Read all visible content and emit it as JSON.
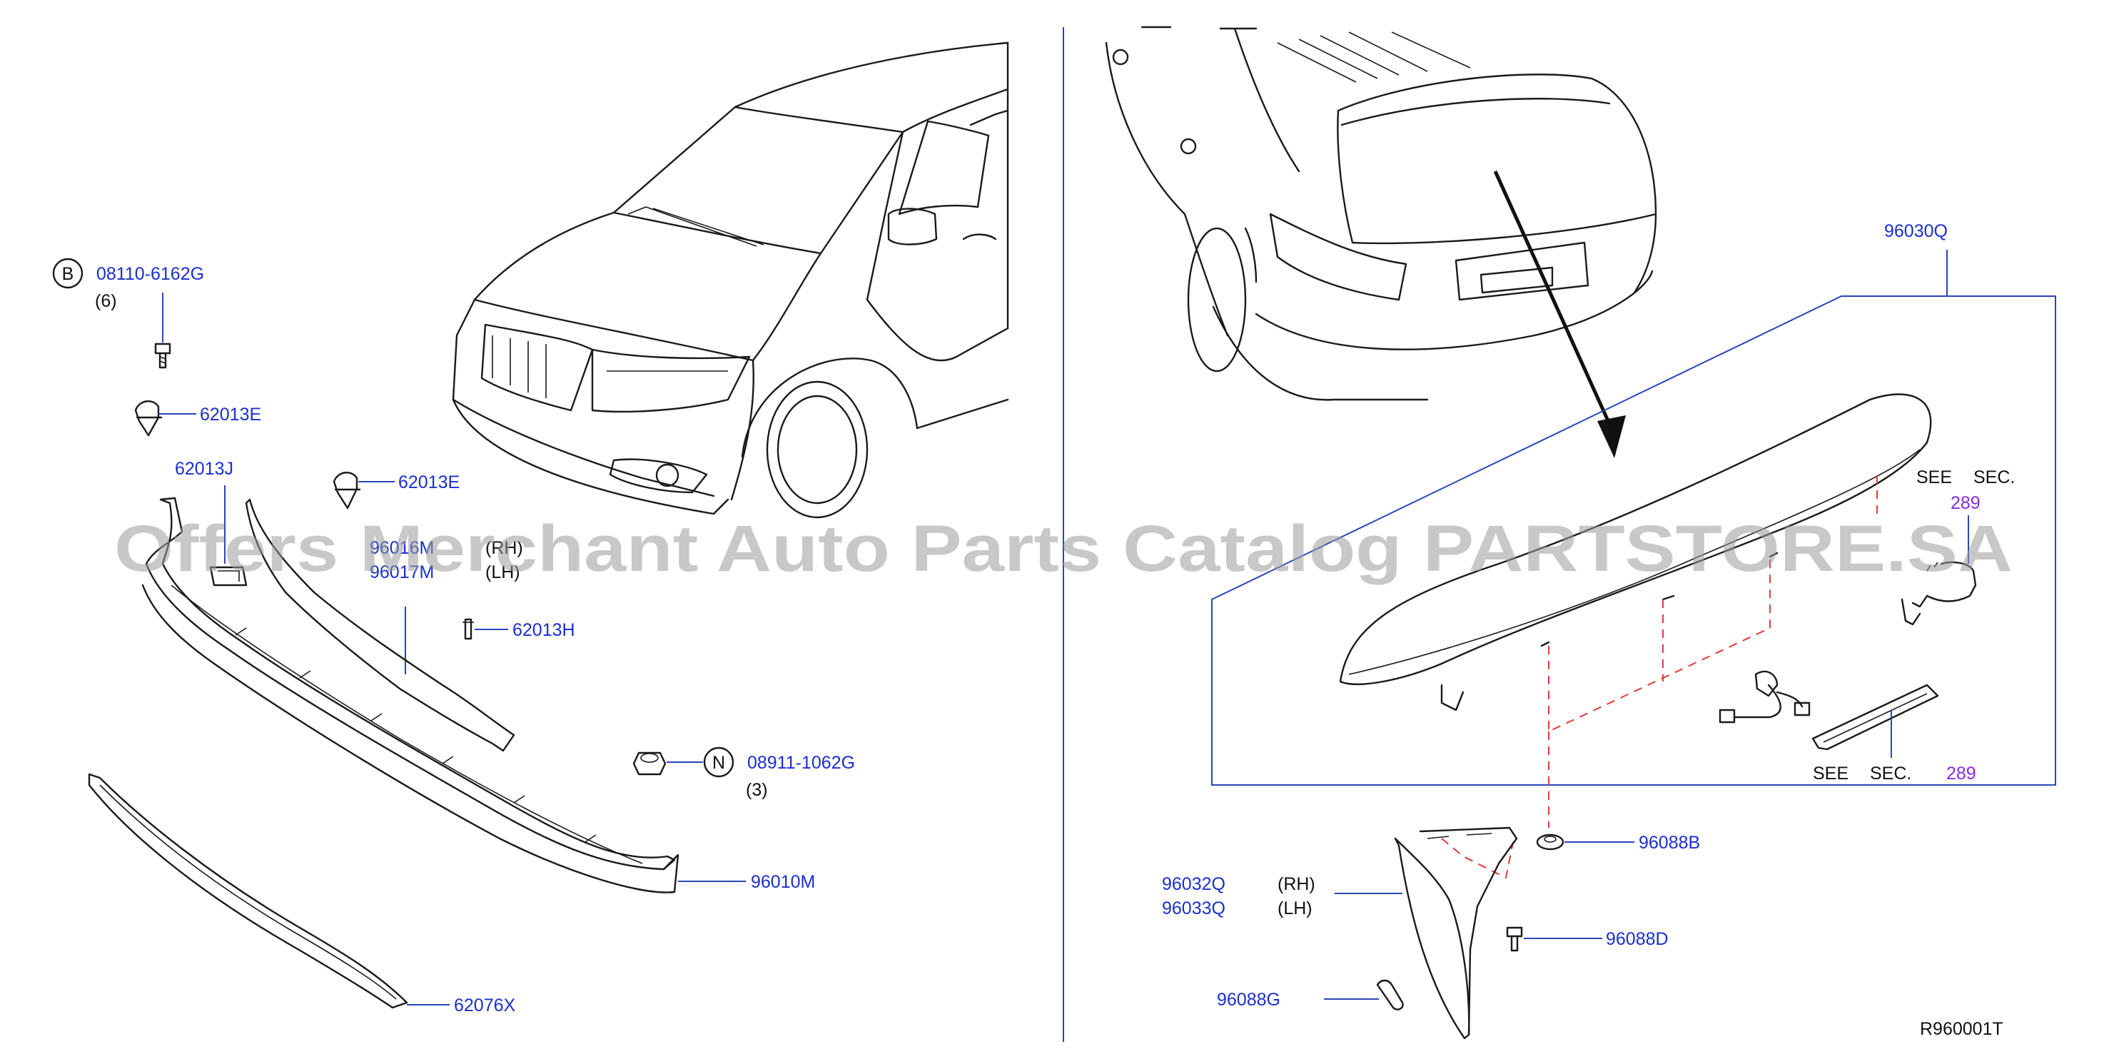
{
  "watermark": "Offers Merchant Auto Parts Catalog PARTSTORE.SA",
  "diagram_code": "R960001T",
  "labels": {
    "bolt_circle": "B",
    "bolt_part": "08110-6162G",
    "bolt_qty": "(6)",
    "clip_62013E_a": "62013E",
    "clip_62013E_b": "62013E",
    "clip_62013J": "62013J",
    "clip_62013H": "62013H",
    "seal_rh_part": "96016M",
    "seal_rh_side": "(RH)",
    "seal_lh_part": "96017M",
    "seal_lh_side": "(LH)",
    "nut_circle": "N",
    "nut_part": "08911-1062G",
    "nut_qty": "(3)",
    "spoiler_front": "96010M",
    "garnish": "62076X",
    "spoiler_rear": "96030Q",
    "see_sec_top_see": "SEE",
    "see_sec_top_sec": "SEC.",
    "see_sec_top_num": "289",
    "see_sec_bottom_see": "SEE",
    "see_sec_bottom_sec": "SEC.",
    "see_sec_bottom_num": "289",
    "grommet_b": "96088B",
    "side_rh_part": "96032Q",
    "side_rh_side": "(RH)",
    "side_lh_part": "96033Q",
    "side_lh_side": "(LH)",
    "screw_d": "96088D",
    "seal_g": "96088G"
  },
  "colors": {
    "part_number": "#1a2fcf",
    "section_ref": "#8a2be2",
    "leader": "#2a46b8",
    "hidden_line": "#e23b3b",
    "divider": "#2a46b8"
  }
}
